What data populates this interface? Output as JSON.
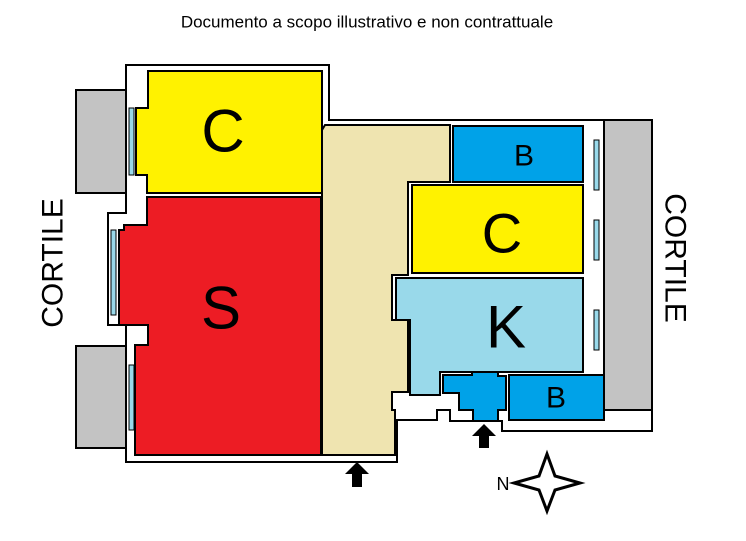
{
  "title": "Documento a scopo illustrativo e non contrattuale",
  "courtyards": {
    "left": "CORTILE",
    "right": "CORTILE"
  },
  "rooms": {
    "bedroom_top_left": "C",
    "living": "S",
    "bath_top_right": "B",
    "bedroom_right": "C",
    "kitchen": "K",
    "bath_bottom": "B"
  },
  "compass": {
    "north": "N"
  },
  "colors": {
    "bedroom": "#fff200",
    "living": "#ed1c24",
    "corridor": "#efe4b0",
    "bath": "#00a2e8",
    "kitchen": "#99d9ea",
    "courtyard": "#c3c3c3"
  }
}
